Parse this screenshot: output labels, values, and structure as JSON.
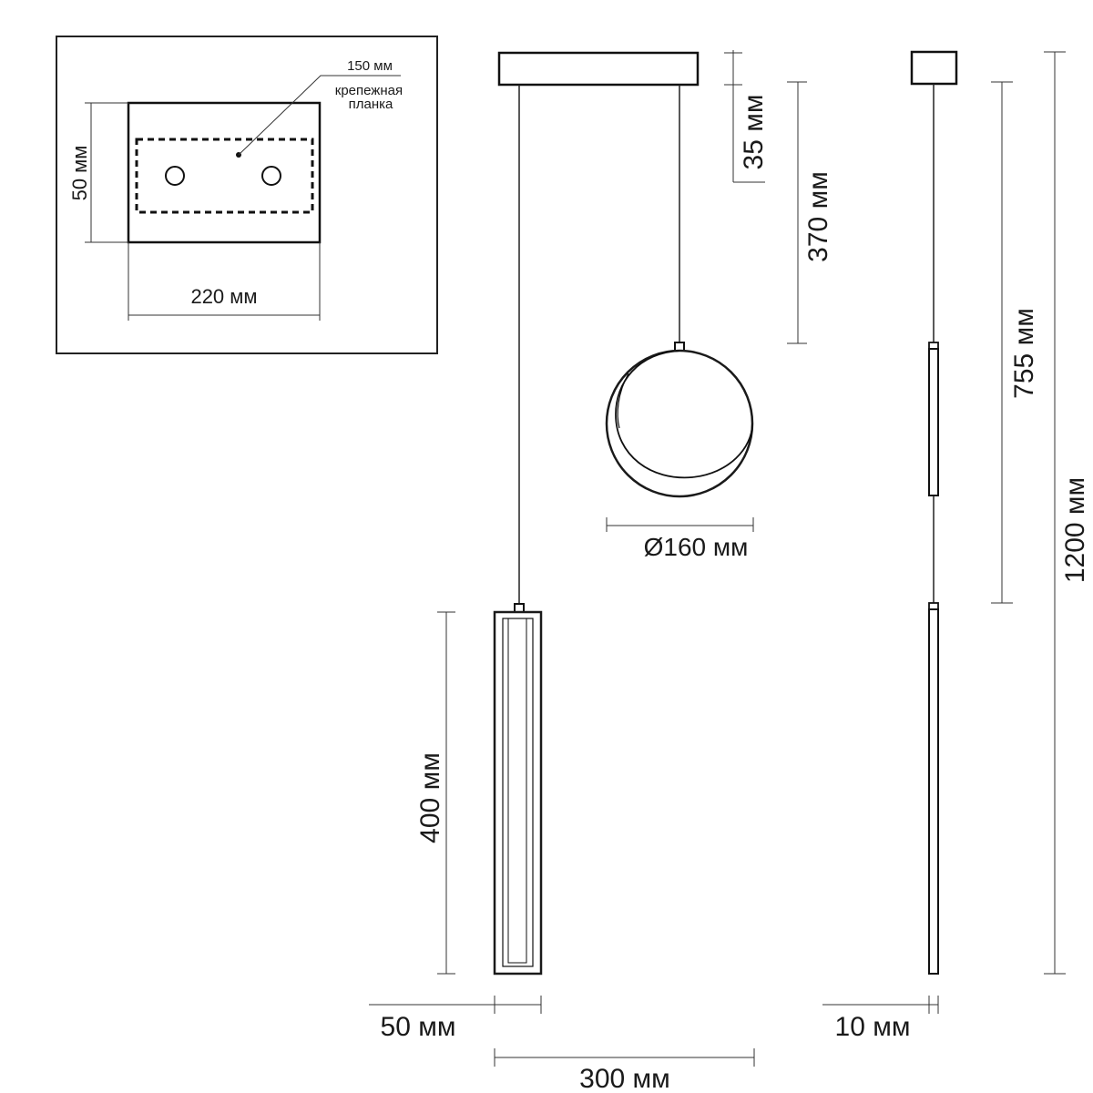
{
  "mount_detail": {
    "plate_width": "220 мм",
    "plate_height": "50 мм",
    "bracket_length": "150 мм",
    "bracket_name": "крепежная планка"
  },
  "front_view": {
    "canopy_height": "35 мм",
    "sphere_drop": "370 мм",
    "sphere_diameter": "Ø160 мм",
    "tube_height": "400 мм",
    "tube_width": "50 мм",
    "overall_width": "300 мм"
  },
  "side_view": {
    "tube_drop": "755 мм",
    "overall_height": "1200 мм",
    "tube_depth": "10 мм"
  }
}
